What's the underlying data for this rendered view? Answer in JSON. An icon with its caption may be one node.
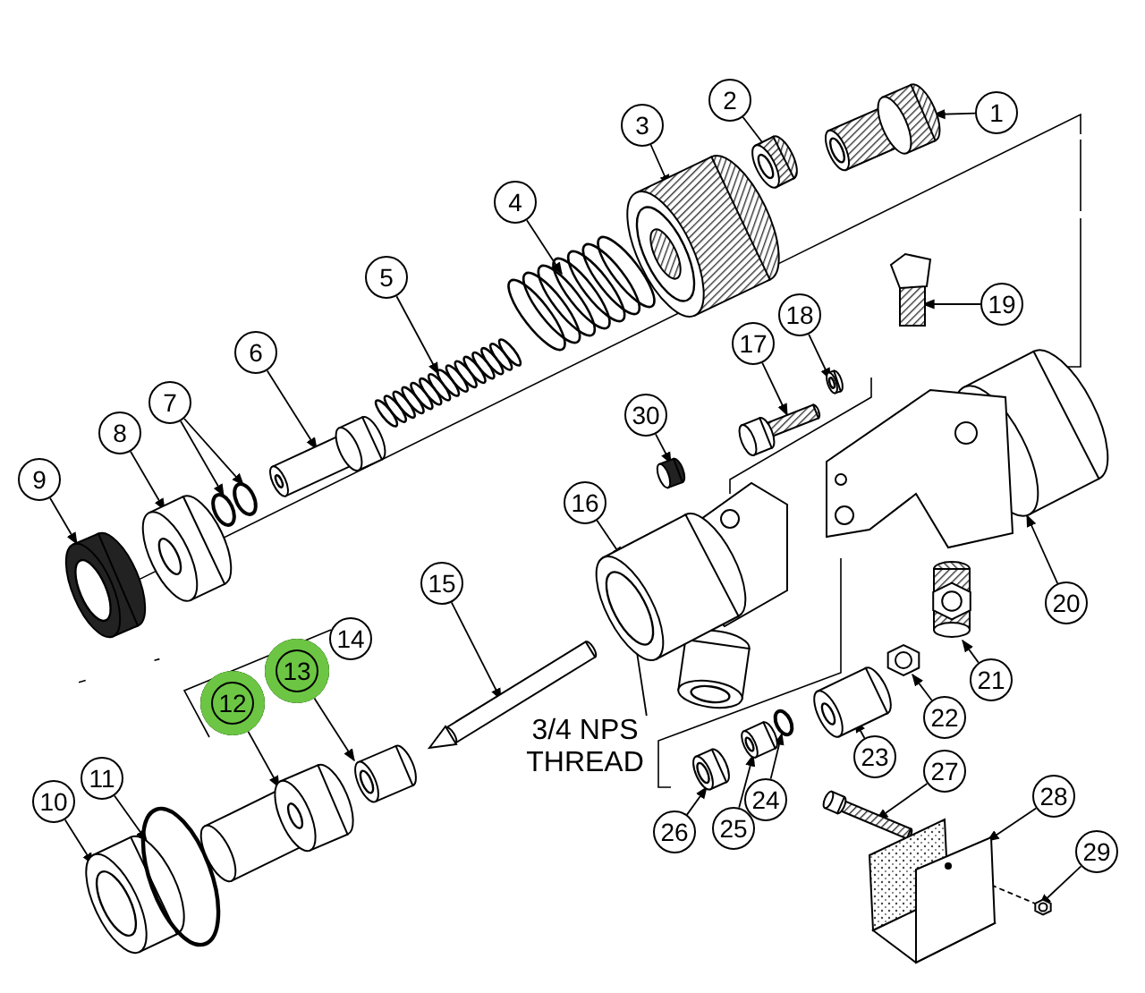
{
  "diagram": {
    "nodes": [
      {
        "text": [
          "1"
        ]
      },
      {
        "text": [
          "2"
        ]
      },
      {
        "text": [
          "3"
        ]
      },
      {
        "text": [
          "4"
        ]
      },
      {
        "text": [
          "5"
        ]
      },
      {
        "text": [
          "6"
        ]
      },
      {
        "text": [
          "7"
        ]
      },
      {
        "text": [
          "8"
        ]
      },
      {
        "text": [
          "9"
        ]
      },
      {
        "text": [
          "10"
        ]
      },
      {
        "text": [
          "11"
        ]
      },
      {
        "text": [
          "12"
        ]
      },
      {
        "text": [
          "13"
        ]
      },
      {
        "text": [
          "14"
        ]
      },
      {
        "text": [
          "15"
        ]
      },
      {
        "text": [
          "16"
        ]
      },
      {
        "text": [
          "17"
        ]
      },
      {
        "text": [
          "18"
        ]
      },
      {
        "text": [
          "19"
        ]
      },
      {
        "text": [
          "20"
        ]
      },
      {
        "text": [
          "21"
        ]
      },
      {
        "text": [
          "22"
        ]
      },
      {
        "text": [
          "23"
        ]
      },
      {
        "text": [
          "24"
        ]
      },
      {
        "text": [
          "25"
        ]
      },
      {
        "text": [
          "26"
        ]
      },
      {
        "text": [
          "27"
        ]
      },
      {
        "text": [
          "28"
        ]
      },
      {
        "text": [
          "29"
        ]
      },
      {
        "text": [
          "30"
        ]
      },
      {
        "text": [
          "3/4 NPS THREAD"
        ]
      },
      {
        "text": [],
        "shape": "picture"
      },
      {
        "text": [],
        "shape": "picture"
      },
      {
        "text": [],
        "shape": "picture"
      },
      {
        "text": [],
        "shape": "picture"
      },
      {
        "text": [],
        "shape": "picture"
      },
      {
        "text": [],
        "shape": "picture"
      },
      {
        "text": [],
        "shape": "circle"
      },
      {
        "text": [],
        "shape": "circle"
      },
      {
        "text": [],
        "shape": "picture"
      },
      {
        "text": [],
        "shape": "picture"
      },
      {
        "text": [],
        "shape": "picture"
      },
      {
        "text": [],
        "shape": "circle"
      },
      {
        "text": [],
        "shape": "picture"
      },
      {
        "text": [],
        "shape": "picture"
      },
      {
        "text": [],
        "shape": "picture"
      },
      {
        "text": [],
        "shape": "picture"
      },
      {
        "text": [],
        "shape": "picture"
      },
      {
        "text": [],
        "shape": "picture"
      },
      {
        "text": [],
        "shape": "picture"
      },
      {
        "text": [],
        "shape": "picture"
      },
      {
        "text": [],
        "shape": "picture"
      },
      {
        "text": [],
        "shape": "picture"
      },
      {
        "text": [],
        "shape": "picture"
      },
      {
        "text": [],
        "shape": "circle"
      },
      {
        "text": [],
        "shape": "picture"
      },
      {
        "text": [],
        "shape": "picture"
      },
      {
        "text": [],
        "shape": "picture"
      },
      {
        "text": [],
        "shape": "picture"
      },
      {
        "text": [],
        "shape": "picture"
      },
      {
        "text": [],
        "shape": "picture"
      }
    ],
    "edges": [
      {
        "from": 0,
        "to": 31,
        "arrow": "to"
      },
      {
        "from": 1,
        "to": 32,
        "arrow": "to"
      },
      {
        "from": 2,
        "to": 33,
        "arrow": "to"
      },
      {
        "from": 3,
        "to": 34,
        "arrow": "to"
      },
      {
        "from": 4,
        "to": 35,
        "arrow": "to"
      },
      {
        "from": 5,
        "to": 36,
        "arrow": "to"
      },
      {
        "from": 6,
        "to": 37,
        "arrow": "to"
      },
      {
        "from": 6,
        "to": 38,
        "arrow": "to"
      },
      {
        "from": 7,
        "to": 39,
        "arrow": "to"
      },
      {
        "from": 8,
        "to": 40,
        "arrow": "to"
      },
      {
        "from": 9,
        "to": 41,
        "arrow": "to"
      },
      {
        "from": 10,
        "to": 42,
        "arrow": "to"
      },
      {
        "from": 11,
        "to": 43,
        "arrow": "to"
      },
      {
        "from": 12,
        "to": 44,
        "arrow": "to"
      },
      {
        "from": 14,
        "to": 45,
        "arrow": "to"
      },
      {
        "from": 15,
        "to": 46,
        "arrow": "to"
      },
      {
        "from": 16,
        "to": 47,
        "arrow": "to"
      },
      {
        "from": 17,
        "to": 48,
        "arrow": "to"
      },
      {
        "from": 18,
        "to": 49,
        "arrow": "to"
      },
      {
        "from": 19,
        "to": 50,
        "arrow": "to"
      },
      {
        "from": 20,
        "to": 51,
        "arrow": "to"
      },
      {
        "from": 21,
        "to": 52,
        "arrow": "to"
      },
      {
        "from": 22,
        "to": 53,
        "arrow": "to"
      },
      {
        "from": 23,
        "to": 54,
        "arrow": "to"
      },
      {
        "from": 24,
        "to": 55,
        "arrow": "to"
      },
      {
        "from": 25,
        "to": 56,
        "arrow": "to"
      },
      {
        "from": 26,
        "to": 57,
        "arrow": "to"
      },
      {
        "from": 27,
        "to": 58,
        "arrow": "to"
      },
      {
        "from": 28,
        "to": 59,
        "arrow": "to"
      },
      {
        "from": 29,
        "to": 60,
        "arrow": "to"
      },
      {
        "from": 30,
        "to": 46,
        "arrow": "to"
      },
      {
        "from": 58,
        "to": 59,
        "arrow": "none",
        "style": "dashed"
      }
    ]
  }
}
